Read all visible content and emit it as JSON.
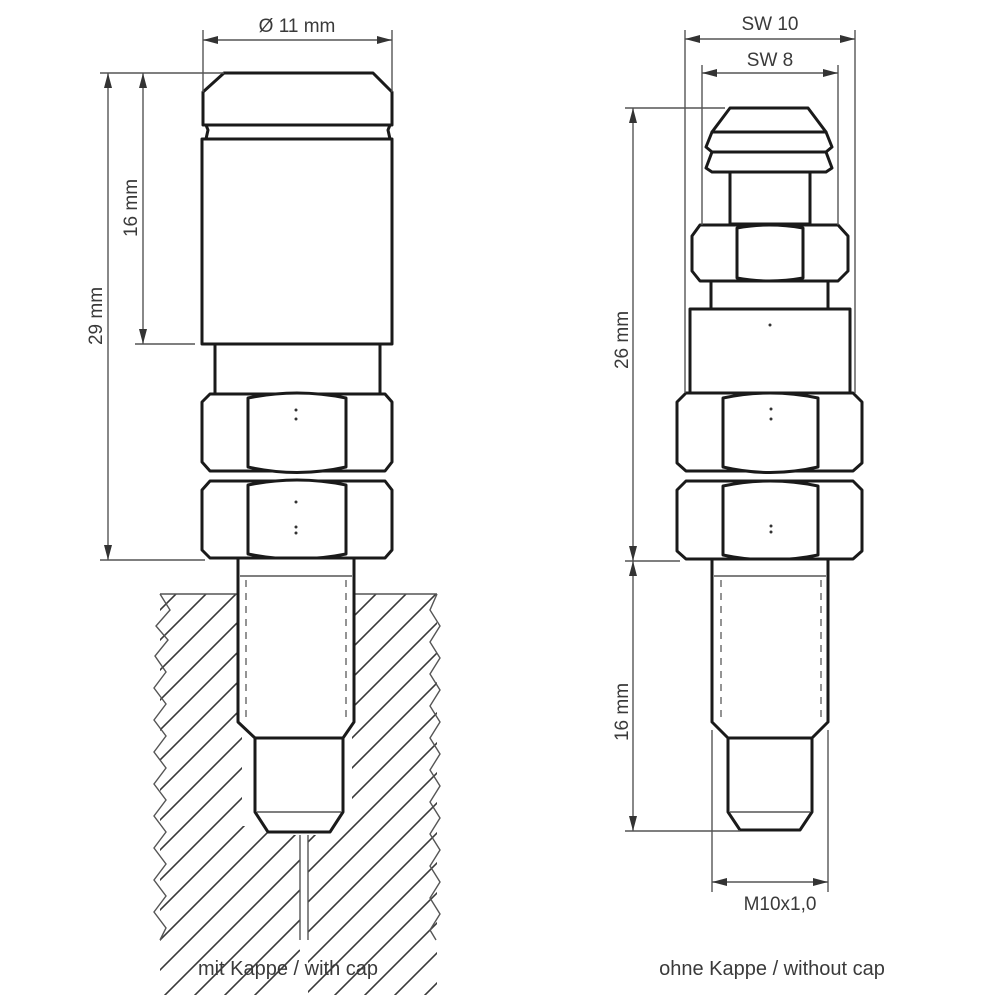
{
  "figures": [
    {
      "id": "with-cap",
      "caption": "mit Kappe / with cap",
      "dimensions": {
        "diameter": "Ø 11 mm",
        "overall_height": "29 mm",
        "cap_height": "16 mm"
      }
    },
    {
      "id": "without-cap",
      "caption": "ohne Kappe / without cap",
      "dimensions": {
        "wrench_size_outer": "SW 10",
        "wrench_size_inner": "SW 8",
        "body_height": "26 mm",
        "thread_length": "16 mm",
        "thread": "M10x1,0"
      }
    }
  ],
  "colors": {
    "line": "#1a1a1a",
    "dimension_line": "#555555",
    "text": "#3a3a3a",
    "background": "#ffffff"
  }
}
